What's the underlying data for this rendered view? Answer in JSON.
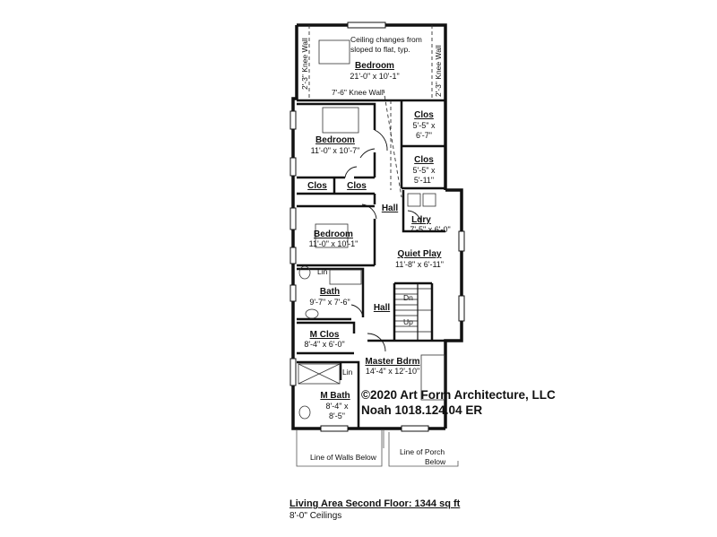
{
  "plan": {
    "rooms": [
      {
        "id": "bedroom-top",
        "name": "Bedroom",
        "dims": "21'-0\" x 10'-1\""
      },
      {
        "id": "clos-right-upper",
        "name": "Clos",
        "dims_line1": "5'-5\" x",
        "dims_line2": "6'-7\""
      },
      {
        "id": "clos-right-lower",
        "name": "Clos",
        "dims_line1": "5'-5\" x",
        "dims_line2": "5'-11\""
      },
      {
        "id": "bedroom-mid",
        "name": "Bedroom",
        "dims": "11'-0\" x 10'-7\""
      },
      {
        "id": "clos-left-a",
        "name": "Clos"
      },
      {
        "id": "clos-left-b",
        "name": "Clos"
      },
      {
        "id": "hall-upper",
        "name": "Hall"
      },
      {
        "id": "laundry",
        "name": "Ldry",
        "dims": "7'-5\" x 6'-0\""
      },
      {
        "id": "bedroom-lower",
        "name": "Bedroom",
        "dims": "11'-0\" x 10'-1\""
      },
      {
        "id": "quiet-play",
        "name": "Quiet Play",
        "dims": "11'-8\" x 6'-11\""
      },
      {
        "id": "bath",
        "name": "Bath",
        "dims": "9'-7\" x 7'-6\""
      },
      {
        "id": "hall-lower",
        "name": "Hall"
      },
      {
        "id": "m-clos",
        "name": "M Clos",
        "dims": "8'-4\" x 6'-0\""
      },
      {
        "id": "master-bdrm",
        "name": "Master Bdrm",
        "dims": "14'-4\" x 12'-10\""
      },
      {
        "id": "m-bath",
        "name": "M Bath",
        "dims_line1": "8'-4\" x",
        "dims_line2": "8'-5\""
      }
    ],
    "notes": {
      "ceiling_line1": "Ceiling changes from",
      "ceiling_line2": "sloped to flat, typ.",
      "knee_wall_left": "2'-3\" Knee Wall",
      "knee_wall_right": "2'-3\" Knee Wall",
      "knee_wall_mid": "7'-6\" Knee Wall",
      "lin_bath": "Lin",
      "lin_mbath": "Lin",
      "stair_down": "Dn",
      "stair_up": "Up",
      "walls_below": "Line of Walls Below",
      "porch_line1": "Line of Porch",
      "porch_line2": "Below"
    },
    "copyright_line1": "©2020 Art Form Architecture, LLC",
    "copyright_line2": "Noah 1018.124.04 ER"
  },
  "caption": {
    "title": "Living Area Second Floor: 1344 sq ft",
    "subtitle": "8'-0\" Ceilings"
  }
}
